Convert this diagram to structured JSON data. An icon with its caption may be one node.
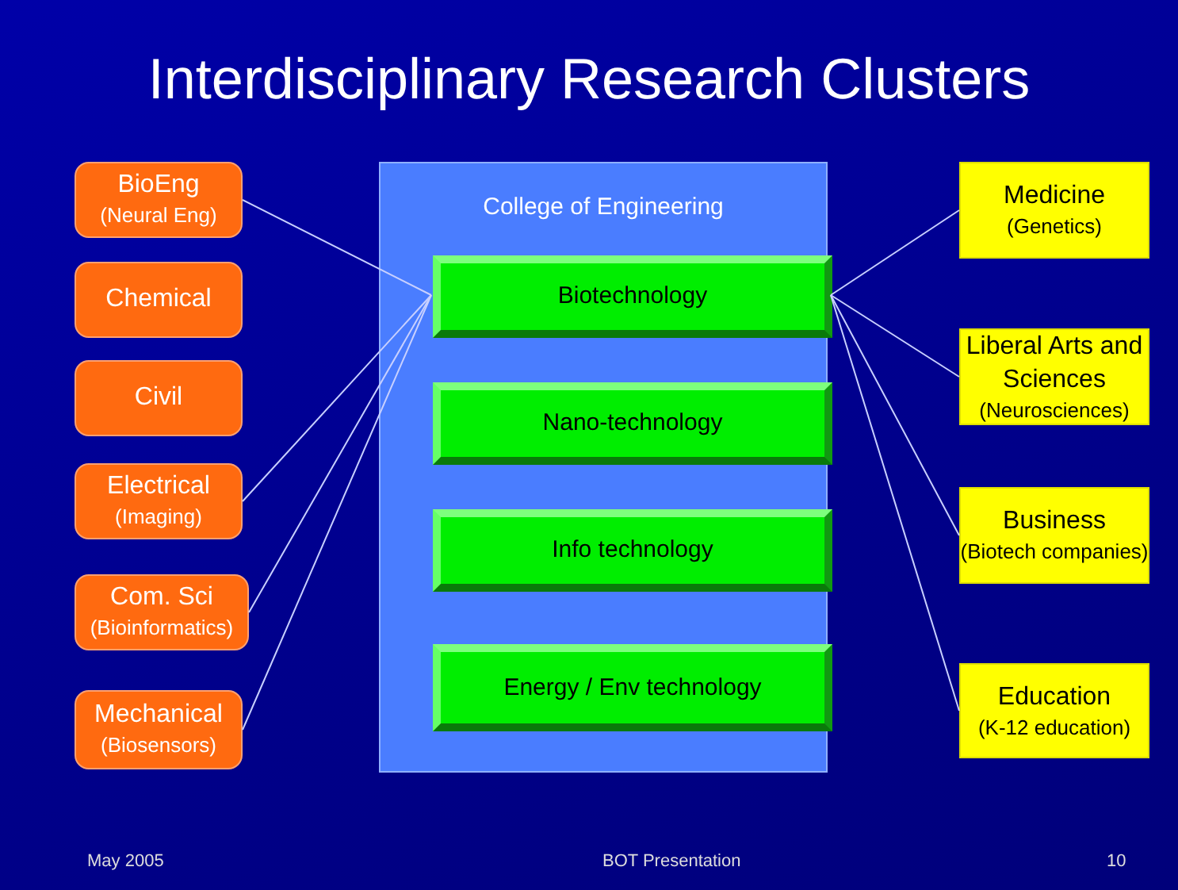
{
  "diagram": {
    "title": "Interdisciplinary Research Clusters",
    "nodes": [
      {
        "text": [
          "BioEng",
          "(Neural Eng)"
        ]
      },
      {
        "text": [
          "Chemical"
        ]
      },
      {
        "text": [
          "Civil"
        ]
      },
      {
        "text": [
          "Electrical",
          "(Imaging)"
        ]
      },
      {
        "text": [
          "Com. Sci",
          "(Bioinformatics)"
        ]
      },
      {
        "text": [
          "Mechanical",
          "(Biosensors)"
        ]
      },
      {
        "text": [
          "College of Engineering"
        ]
      },
      {
        "text": [
          "Biotechnology"
        ],
        "in": 6
      },
      {
        "text": [
          "Nano-technology"
        ],
        "in": 6
      },
      {
        "text": [
          "Info technology"
        ],
        "in": 6
      },
      {
        "text": [
          "Energy / Env technology"
        ],
        "in": 6
      },
      {
        "text": [
          "Medicine",
          "(Genetics)"
        ]
      },
      {
        "text": [
          "Liberal Arts and Sciences",
          "(Neurosciences)"
        ]
      },
      {
        "text": [
          "Business",
          "(Biotech companies)"
        ]
      },
      {
        "text": [
          "Education",
          "(K-12 education)"
        ]
      }
    ],
    "edges": [
      {
        "from": 0,
        "to": 7,
        "arrow": "none"
      },
      {
        "from": 3,
        "to": 7,
        "arrow": "none"
      },
      {
        "from": 4,
        "to": 7,
        "arrow": "none"
      },
      {
        "from": 5,
        "to": 7,
        "arrow": "none"
      },
      {
        "from": 7,
        "to": 11,
        "arrow": "none"
      },
      {
        "from": 7,
        "to": 12,
        "arrow": "none"
      },
      {
        "from": 7,
        "to": 13,
        "arrow": "none"
      },
      {
        "from": 7,
        "to": 14,
        "arrow": "none"
      }
    ],
    "labels": [
      "May  2005",
      "BOT Presentation",
      "10"
    ]
  }
}
